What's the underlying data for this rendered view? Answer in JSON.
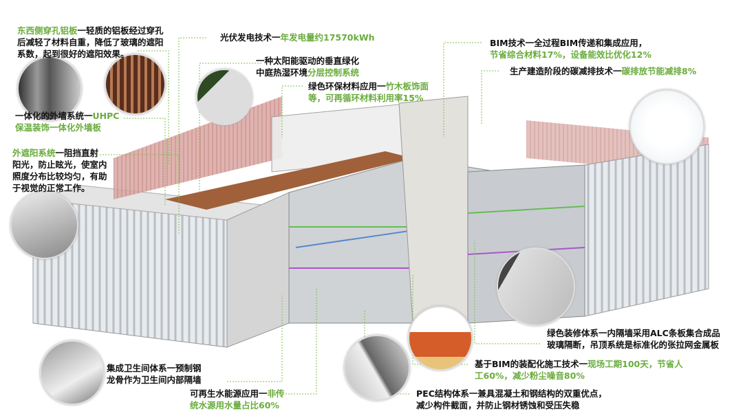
{
  "annotations": {
    "perforated_aluminum": {
      "highlight": "东西侧穿孔铝板",
      "text1": "一轻质的铝板经过穿孔",
      "text2": "后减轻了材料自重，降低了玻璃的遮阳",
      "text3": "系数，起到很好的遮阳效果。"
    },
    "photovoltaic": {
      "text": "光伏发电技术一",
      "highlight": "年发电量约17570kWh"
    },
    "vertical_greening": {
      "text1": "一种太阳能驱动的垂直绿化",
      "text2": "中庭热湿环境",
      "highlight": "分层控制系统"
    },
    "bamboo": {
      "text": "绿色环保材料应用一",
      "highlight1": "竹木板饰面",
      "highlight2": "等，可再循环材料利用率15%"
    },
    "bim": {
      "text": "BIM技术一全过程BIM传递和集成应用，",
      "highlight": "节省综合材料17%，设备能效比优化12%"
    },
    "carbon": {
      "text": "生产建造阶段的碳减排技术一",
      "highlight": "碳排放节能减排8%"
    },
    "uhpc": {
      "text": "一体化的外墙系统一",
      "highlight1": "UHPC",
      "highlight2": "保温装饰一体化外墙板"
    },
    "shading": {
      "highlight": "外遮阳系统",
      "text1": "一阻挡直射",
      "text2": "阳光，防止眩光，使室内",
      "text3": "照度分布比较均匀，有助",
      "text4": "于视觉的正常工作。"
    },
    "decoration": {
      "text1": "绿色装修体系一内隔墙采用ALC条板集合成品",
      "text2": "玻璃隔断，吊顶系统是标准化的张拉网金属板"
    },
    "assembly": {
      "text": "基于BIM的装配化施工技术一",
      "highlight1": "现场工期100天，节省人",
      "highlight2": "工60%，减少粉尘噪音80%"
    },
    "pec": {
      "text1": "PEC结构体系一兼具混凝土和钢结构的双重优点，",
      "text2": "减少构件截面，并防止钢材锈蚀和受压失稳"
    },
    "bathroom": {
      "text1": "集成卫生间体系一预制钢",
      "text2": "龙骨作为卫生间内部隔墙"
    },
    "water": {
      "text": "可再生水能源应用一",
      "highlight1": "非传",
      "highlight2": "统水源用水量占比60%"
    }
  },
  "colors": {
    "accent": "#6aac3c",
    "roof_red": "#c98a85",
    "wood": "#a0603a"
  }
}
